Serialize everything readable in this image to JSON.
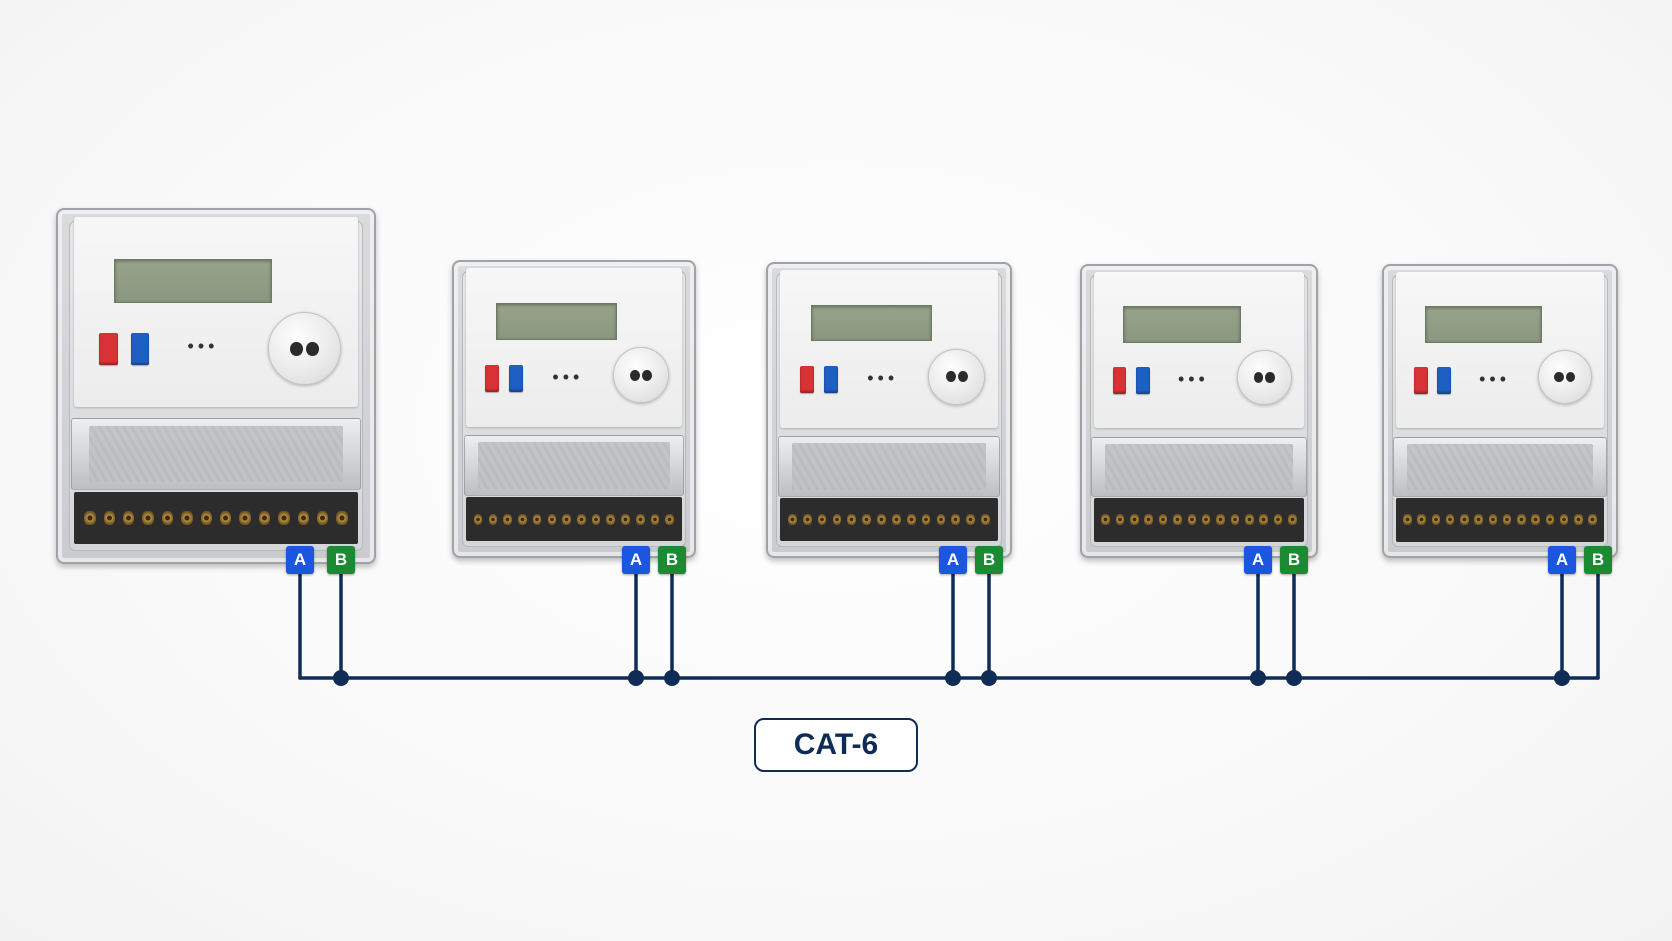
{
  "meters": [
    {
      "id": "meter-1",
      "port_a": "A",
      "port_b": "B"
    },
    {
      "id": "meter-2",
      "port_a": "A",
      "port_b": "B"
    },
    {
      "id": "meter-3",
      "port_a": "A",
      "port_b": "B"
    },
    {
      "id": "meter-4",
      "port_a": "A",
      "port_b": "B"
    },
    {
      "id": "meter-5",
      "port_a": "A",
      "port_b": "B"
    }
  ],
  "meter_face": {
    "indicator_dots": "•••"
  },
  "cable": {
    "label": "CAT-6",
    "color": "#0f2c57"
  },
  "colors": {
    "port_a": "#1b56e0",
    "port_b": "#1c8a32",
    "button_red": "#d83236",
    "button_blue": "#1e5fc4"
  }
}
